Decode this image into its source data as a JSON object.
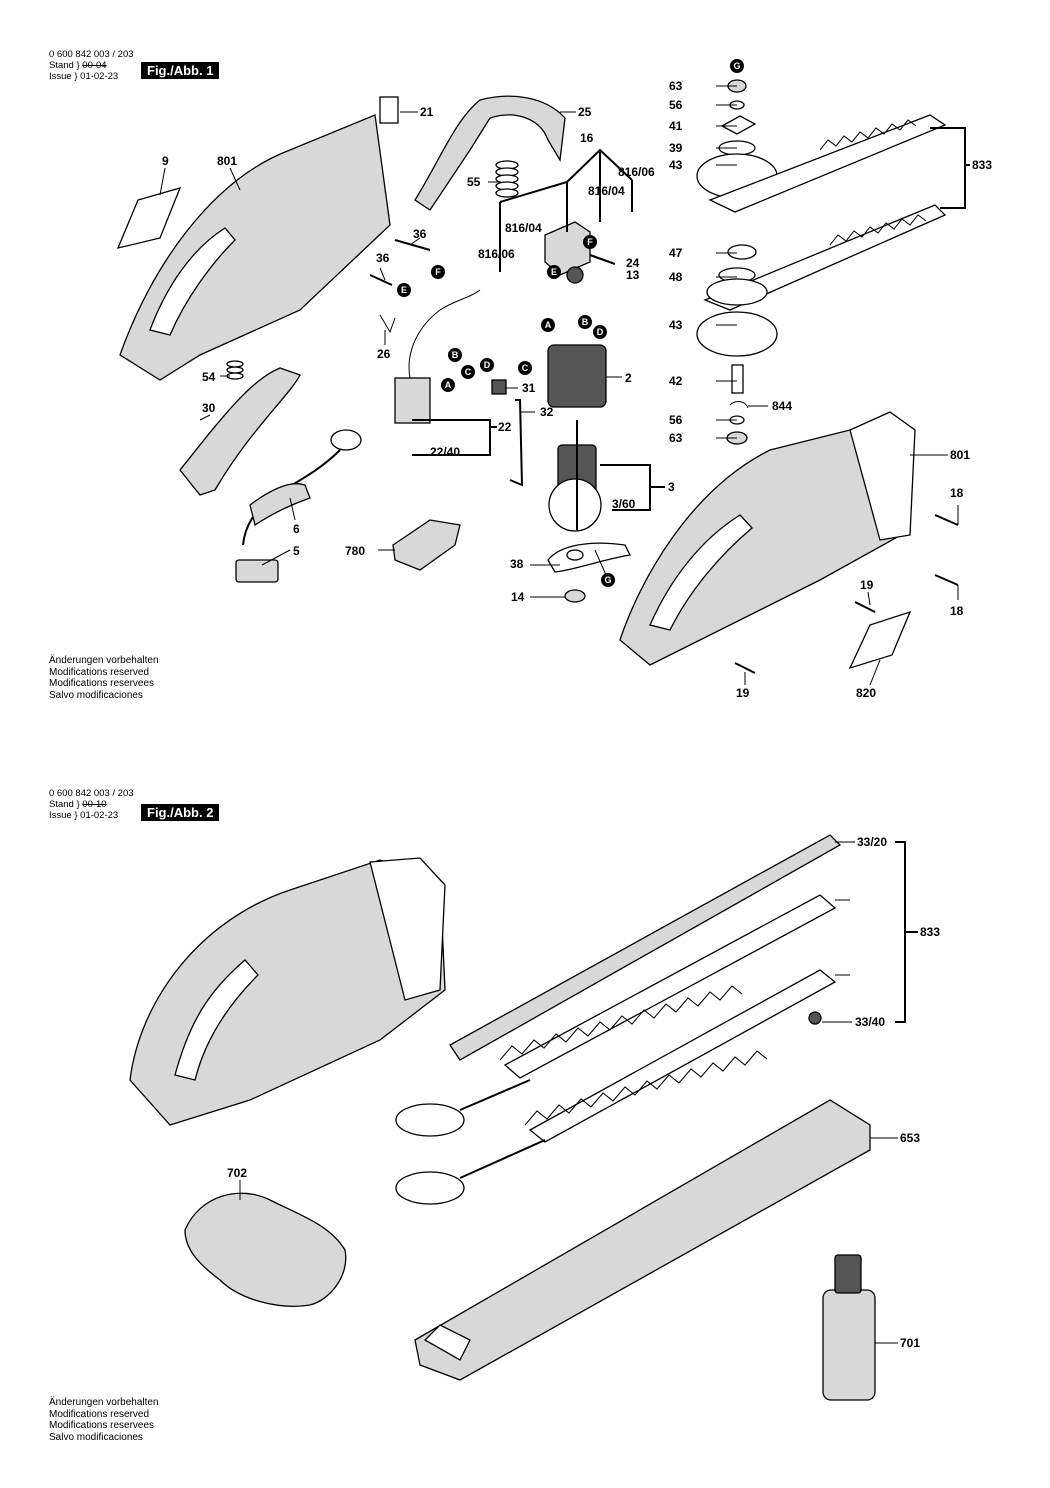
{
  "fig1": {
    "doc_number": "0 600 842 003 / 203",
    "stand_label": "Stand",
    "stand_value": "00-04",
    "issue_label": "Issue",
    "issue_value": "01-02-23",
    "badge": "Fig./Abb. 1"
  },
  "fig2": {
    "doc_number": "0 600 842 003 / 203",
    "stand_label": "Stand",
    "stand_value": "00-10",
    "issue_label": "Issue",
    "issue_value": "01-02-23",
    "badge": "Fig./Abb. 2"
  },
  "disclaimer": [
    "Änderungen vorbehalten",
    "Modifications reserved",
    "Modifications reservees",
    "Salvo modificaciones"
  ],
  "fig1_labels": {
    "l9": "9",
    "l801a": "801",
    "l21": "21",
    "l25": "25",
    "l16": "16",
    "l55": "55",
    "l81606a": "816/06",
    "l81604a": "816/04",
    "l81604b": "816/04",
    "l81606b": "816/06",
    "l36a": "36",
    "l36b": "36",
    "l24": "24",
    "l13": "13",
    "l26": "26",
    "l54": "54",
    "l30": "30",
    "l31": "31",
    "l32": "32",
    "l2": "2",
    "l22": "22",
    "l2240": "22/40",
    "l3": "3",
    "l360": "3/60",
    "l6": "6",
    "l5": "5",
    "l780": "780",
    "l38": "38",
    "l14": "14",
    "l63a": "63",
    "l56a": "56",
    "l41": "41",
    "l39": "39",
    "l43a": "43",
    "l833": "833",
    "l47": "47",
    "l48": "48",
    "l43b": "43",
    "l42": "42",
    "l844": "844",
    "l56b": "56",
    "l63b": "63",
    "l801b": "801",
    "l18a": "18",
    "l18b": "18",
    "l19a": "19",
    "l19b": "19",
    "l820": "820"
  },
  "connectors": {
    "G": "G",
    "F": "F",
    "E": "E",
    "A": "A",
    "B": "B",
    "C": "C",
    "D": "D"
  },
  "fig2_labels": {
    "l3320": "33/20",
    "l833": "833",
    "l3340": "33/40",
    "l653": "653",
    "l702": "702",
    "l701": "701"
  }
}
